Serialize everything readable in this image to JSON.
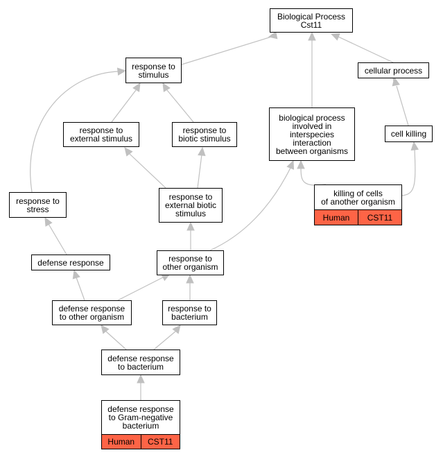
{
  "colors": {
    "edge": "#c0c0c0",
    "annotation": "#fe6446",
    "border": "#000000"
  },
  "nodes": {
    "bp": "Biological Process\nCst11",
    "cellular_process": "cellular process",
    "response_to_stimulus": "response to\nstimulus",
    "response_to_external_stimulus": "response to\nexternal stimulus",
    "response_to_biotic_stimulus": "response to\nbiotic stimulus",
    "interspecies": "biological process\ninvolved in\ninterspecies\ninteraction\nbetween organisms",
    "cell_killing": "cell killing",
    "killing_of_cells": "killing of cells\nof another organism",
    "response_to_stress": "response to\nstress",
    "response_to_external_biotic_stimulus": "response to\nexternal biotic\nstimulus",
    "defense_response": "defense response",
    "response_to_other_organism": "response to\nother organism",
    "defense_response_to_other_organism": "defense response\nto other organism",
    "response_to_bacterium": "response to\nbacterium",
    "defense_response_to_bacterium": "defense response\nto bacterium",
    "defense_response_gram_negative": "defense response\nto Gram-negative\nbacterium"
  },
  "annotations": {
    "killing": {
      "species": "Human",
      "gene": "CST11"
    },
    "gram": {
      "species": "Human",
      "gene": "CST11"
    }
  }
}
